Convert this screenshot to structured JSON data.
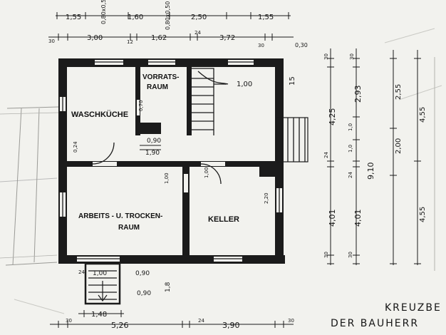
{
  "rooms": {
    "wash": "WASCHKÜCHE",
    "pantry_1": "VORRATS-",
    "pantry_2": "RAUM",
    "work_1": "ARBEITS - U. TROCKEN-",
    "work_2": "RAUM",
    "cellar": "KELLER"
  },
  "dims_top": {
    "r1": [
      "1,55",
      "1,60",
      "2,50",
      "1,55"
    ],
    "window_a": "0,80x0,50",
    "window_b": "0,80x0,50",
    "r2": [
      "30",
      "3,00",
      "12",
      "1,62",
      "24",
      "3,72",
      "30",
      "0,30"
    ]
  },
  "dims_bottom": [
    "30",
    "5,26",
    "24",
    "3,90",
    "30"
  ],
  "dims_entry": [
    "24",
    "1,00",
    "0,90",
    "0,90",
    "1,8",
    "1,48"
  ],
  "dims_right": {
    "c1": [
      "30",
      "4,25",
      "24",
      "4,01",
      "30"
    ],
    "c2": [
      "30",
      "2,93",
      "1,0",
      "1,0",
      "24",
      "4,01",
      "30"
    ],
    "c3": [
      "2,55",
      "2,00",
      "9,10"
    ],
    "c4": [
      "4,55",
      "4,55"
    ]
  },
  "dims_interior": [
    "1,00",
    "15",
    "0,90",
    "1,90",
    "0,24",
    "0,70",
    "1,00",
    "2,20",
    "1,00"
  ],
  "caption": {
    "line1": "KREUZBE",
    "line2": "DER BAUHERR"
  }
}
